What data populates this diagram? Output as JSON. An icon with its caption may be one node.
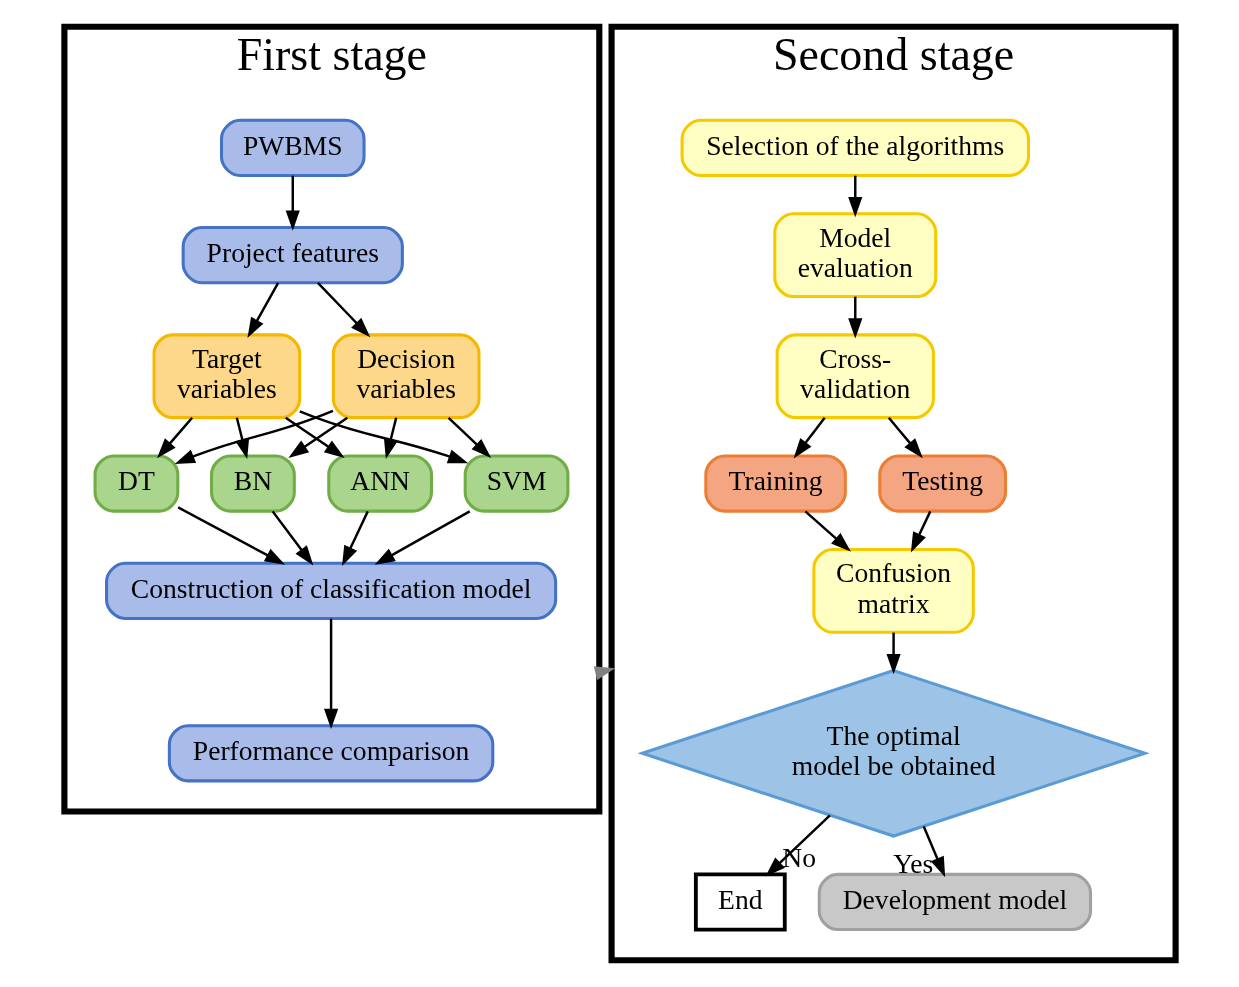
{
  "diagram": {
    "nodes": [
      {
        "text": [
          "First stage"
        ]
      },
      {
        "text": [
          "PWBMS"
        ],
        "in": 0
      },
      {
        "text": [
          "Project features"
        ],
        "in": 0
      },
      {
        "text": [
          "Target variables"
        ],
        "in": 0
      },
      {
        "text": [
          "Decision variables"
        ],
        "in": 0
      },
      {
        "text": [
          "DT"
        ],
        "in": 0
      },
      {
        "text": [
          "BN"
        ],
        "in": 0
      },
      {
        "text": [
          "ANN"
        ],
        "in": 0
      },
      {
        "text": [
          "SVM"
        ],
        "in": 0
      },
      {
        "text": [
          "Construction of classification model"
        ],
        "in": 0
      },
      {
        "text": [
          "Performance comparison"
        ],
        "in": 0
      },
      {
        "text": [
          "Second stage"
        ]
      },
      {
        "text": [
          "Selection of the algorithms"
        ],
        "in": 11
      },
      {
        "text": [
          "Model evaluation"
        ],
        "in": 11
      },
      {
        "text": [
          "Cross- validation"
        ],
        "in": 11
      },
      {
        "text": [
          "Training"
        ],
        "in": 11
      },
      {
        "text": [
          "Testing"
        ],
        "in": 11
      },
      {
        "text": [
          "Confusion matrix"
        ],
        "in": 11
      },
      {
        "text": [
          "End"
        ],
        "in": 11
      },
      {
        "text": [
          "The optimal model be obtained"
        ],
        "in": 11
      },
      {
        "text": [
          "Development model"
        ],
        "in": 11
      }
    ],
    "edges": [
      {
        "from": 1,
        "to": 2,
        "arrow": "to"
      },
      {
        "from": 2,
        "to": 3,
        "arrow": "to"
      },
      {
        "from": 2,
        "to": 4,
        "arrow": "to"
      },
      {
        "from": 3,
        "to": 5,
        "arrow": "to"
      },
      {
        "from": 3,
        "to": 6,
        "arrow": "to"
      },
      {
        "from": 3,
        "to": 7,
        "arrow": "to"
      },
      {
        "from": 3,
        "to": 8,
        "arrow": "to"
      },
      {
        "from": 4,
        "to": 5,
        "arrow": "to"
      },
      {
        "from": 4,
        "to": 6,
        "arrow": "to"
      },
      {
        "from": 4,
        "to": 7,
        "arrow": "to"
      },
      {
        "from": 4,
        "to": 8,
        "arrow": "to"
      },
      {
        "from": 5,
        "to": 9,
        "arrow": "to"
      },
      {
        "from": 6,
        "to": 9,
        "arrow": "to"
      },
      {
        "from": 7,
        "to": 9,
        "arrow": "to"
      },
      {
        "from": 8,
        "to": 9,
        "arrow": "to"
      },
      {
        "from": 9,
        "to": 10,
        "arrow": "to"
      },
      {
        "from": 0,
        "to": 11,
        "arrow": "to",
        "style": "dashed",
        "color": "#808080"
      },
      {
        "from": 12,
        "to": 13,
        "arrow": "to"
      },
      {
        "from": 13,
        "to": 14,
        "arrow": "to"
      },
      {
        "from": 14,
        "to": 15,
        "arrow": "to"
      },
      {
        "from": 14,
        "to": 16,
        "arrow": "to"
      },
      {
        "from": 15,
        "to": 17,
        "arrow": "to"
      },
      {
        "from": 16,
        "to": 17,
        "arrow": "to"
      },
      {
        "from": 17,
        "to": 19,
        "arrow": "to"
      },
      {
        "from": 19,
        "to": 18,
        "arrow": "to",
        "label": "No"
      },
      {
        "from": 19,
        "to": 20,
        "arrow": "to",
        "label": "Yes"
      }
    ]
  }
}
